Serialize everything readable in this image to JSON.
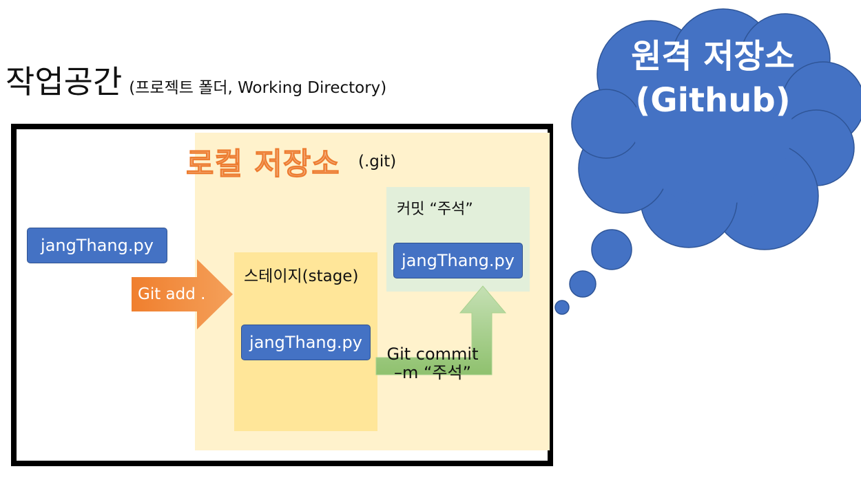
{
  "workspace": {
    "title": "작업공간",
    "subtitle": "(프로젝트 폴더, Working Directory)"
  },
  "local_repo": {
    "title": "로컬 저장소",
    "subtitle": "(.git)"
  },
  "stage": {
    "label": "스테이지(stage)"
  },
  "commit": {
    "label": "커밋 “주석”"
  },
  "files": {
    "working": "jangThang.py",
    "staged": "jangThang.py",
    "committed": "jangThang.py"
  },
  "arrows": {
    "add_label": "Git add .",
    "commit_line1": "Git commit",
    "commit_line2": "–m “주석”"
  },
  "remote": {
    "line1": "원격 저장소",
    "line2": "(Github)"
  },
  "colors": {
    "file_box": "#4472c4",
    "local_repo_fill": "#fff2cc",
    "stage_fill": "#ffe699",
    "commit_fill": "#e2efda",
    "add_arrow": "#ed7d31",
    "commit_arrow": "#a9d18e",
    "cloud": "#4472c4",
    "local_repo_title": "#f4b183"
  }
}
